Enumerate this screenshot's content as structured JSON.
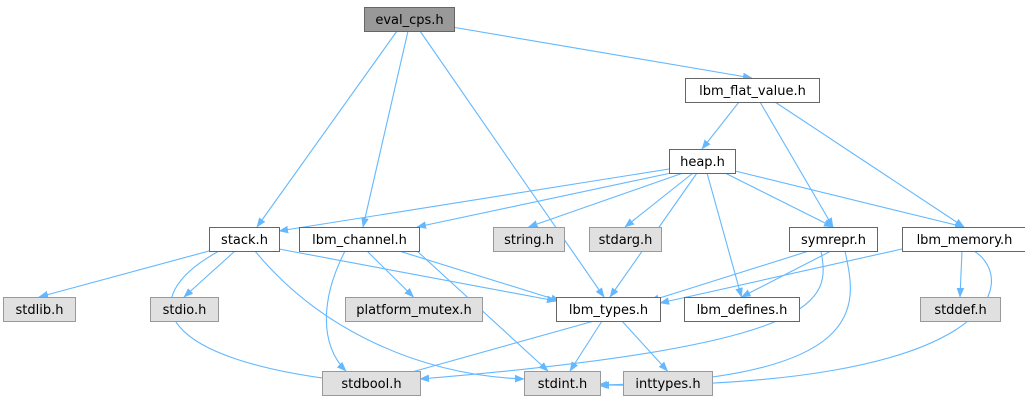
{
  "graph": {
    "colors": {
      "edge": "#63b8ff",
      "focus_fill": "#999999",
      "focus_stroke": "#666666",
      "internal_fill": "#ffffff",
      "internal_stroke": "#666666",
      "external_fill": "#e0e0e0",
      "external_stroke": "#999999"
    },
    "nodes": [
      {
        "id": "eval_cps",
        "label": "eval_cps.h",
        "kind": "focus"
      },
      {
        "id": "lbm_flat_value",
        "label": "lbm_flat_value.h",
        "kind": "internal"
      },
      {
        "id": "heap",
        "label": "heap.h",
        "kind": "internal"
      },
      {
        "id": "stack",
        "label": "stack.h",
        "kind": "internal"
      },
      {
        "id": "lbm_channel",
        "label": "lbm_channel.h",
        "kind": "internal"
      },
      {
        "id": "string",
        "label": "string.h",
        "kind": "external"
      },
      {
        "id": "stdarg",
        "label": "stdarg.h",
        "kind": "external"
      },
      {
        "id": "symrepr",
        "label": "symrepr.h",
        "kind": "internal"
      },
      {
        "id": "lbm_memory",
        "label": "lbm_memory.h",
        "kind": "internal"
      },
      {
        "id": "stdlib",
        "label": "stdlib.h",
        "kind": "external"
      },
      {
        "id": "stdio",
        "label": "stdio.h",
        "kind": "external"
      },
      {
        "id": "platform_mutex",
        "label": "platform_mutex.h",
        "kind": "external"
      },
      {
        "id": "lbm_types",
        "label": "lbm_types.h",
        "kind": "internal"
      },
      {
        "id": "lbm_defines",
        "label": "lbm_defines.h",
        "kind": "internal"
      },
      {
        "id": "stddef",
        "label": "stddef.h",
        "kind": "external"
      },
      {
        "id": "stdbool",
        "label": "stdbool.h",
        "kind": "external"
      },
      {
        "id": "stdint",
        "label": "stdint.h",
        "kind": "external"
      },
      {
        "id": "inttypes",
        "label": "inttypes.h",
        "kind": "external"
      }
    ],
    "edges": [
      [
        "eval_cps",
        "lbm_flat_value"
      ],
      [
        "eval_cps",
        "stack"
      ],
      [
        "eval_cps",
        "lbm_channel"
      ],
      [
        "eval_cps",
        "lbm_types"
      ],
      [
        "lbm_flat_value",
        "heap"
      ],
      [
        "lbm_flat_value",
        "symrepr"
      ],
      [
        "lbm_flat_value",
        "lbm_memory"
      ],
      [
        "heap",
        "stack"
      ],
      [
        "heap",
        "lbm_channel"
      ],
      [
        "heap",
        "string"
      ],
      [
        "heap",
        "stdarg"
      ],
      [
        "heap",
        "symrepr"
      ],
      [
        "heap",
        "lbm_memory"
      ],
      [
        "heap",
        "lbm_types"
      ],
      [
        "heap",
        "lbm_defines"
      ],
      [
        "stack",
        "stdlib"
      ],
      [
        "stack",
        "stdio"
      ],
      [
        "stack",
        "lbm_types"
      ],
      [
        "stack",
        "stdbool"
      ],
      [
        "stack",
        "stdint"
      ],
      [
        "lbm_channel",
        "platform_mutex"
      ],
      [
        "lbm_channel",
        "lbm_types"
      ],
      [
        "lbm_channel",
        "stdbool"
      ],
      [
        "lbm_channel",
        "stdint"
      ],
      [
        "symrepr",
        "lbm_types"
      ],
      [
        "symrepr",
        "lbm_defines"
      ],
      [
        "symrepr",
        "stdbool"
      ],
      [
        "symrepr",
        "stdint"
      ],
      [
        "lbm_memory",
        "lbm_types"
      ],
      [
        "lbm_memory",
        "stddef"
      ],
      [
        "lbm_memory",
        "stdint"
      ],
      [
        "lbm_types",
        "stdbool"
      ],
      [
        "lbm_types",
        "stdint"
      ],
      [
        "lbm_types",
        "inttypes"
      ]
    ]
  }
}
